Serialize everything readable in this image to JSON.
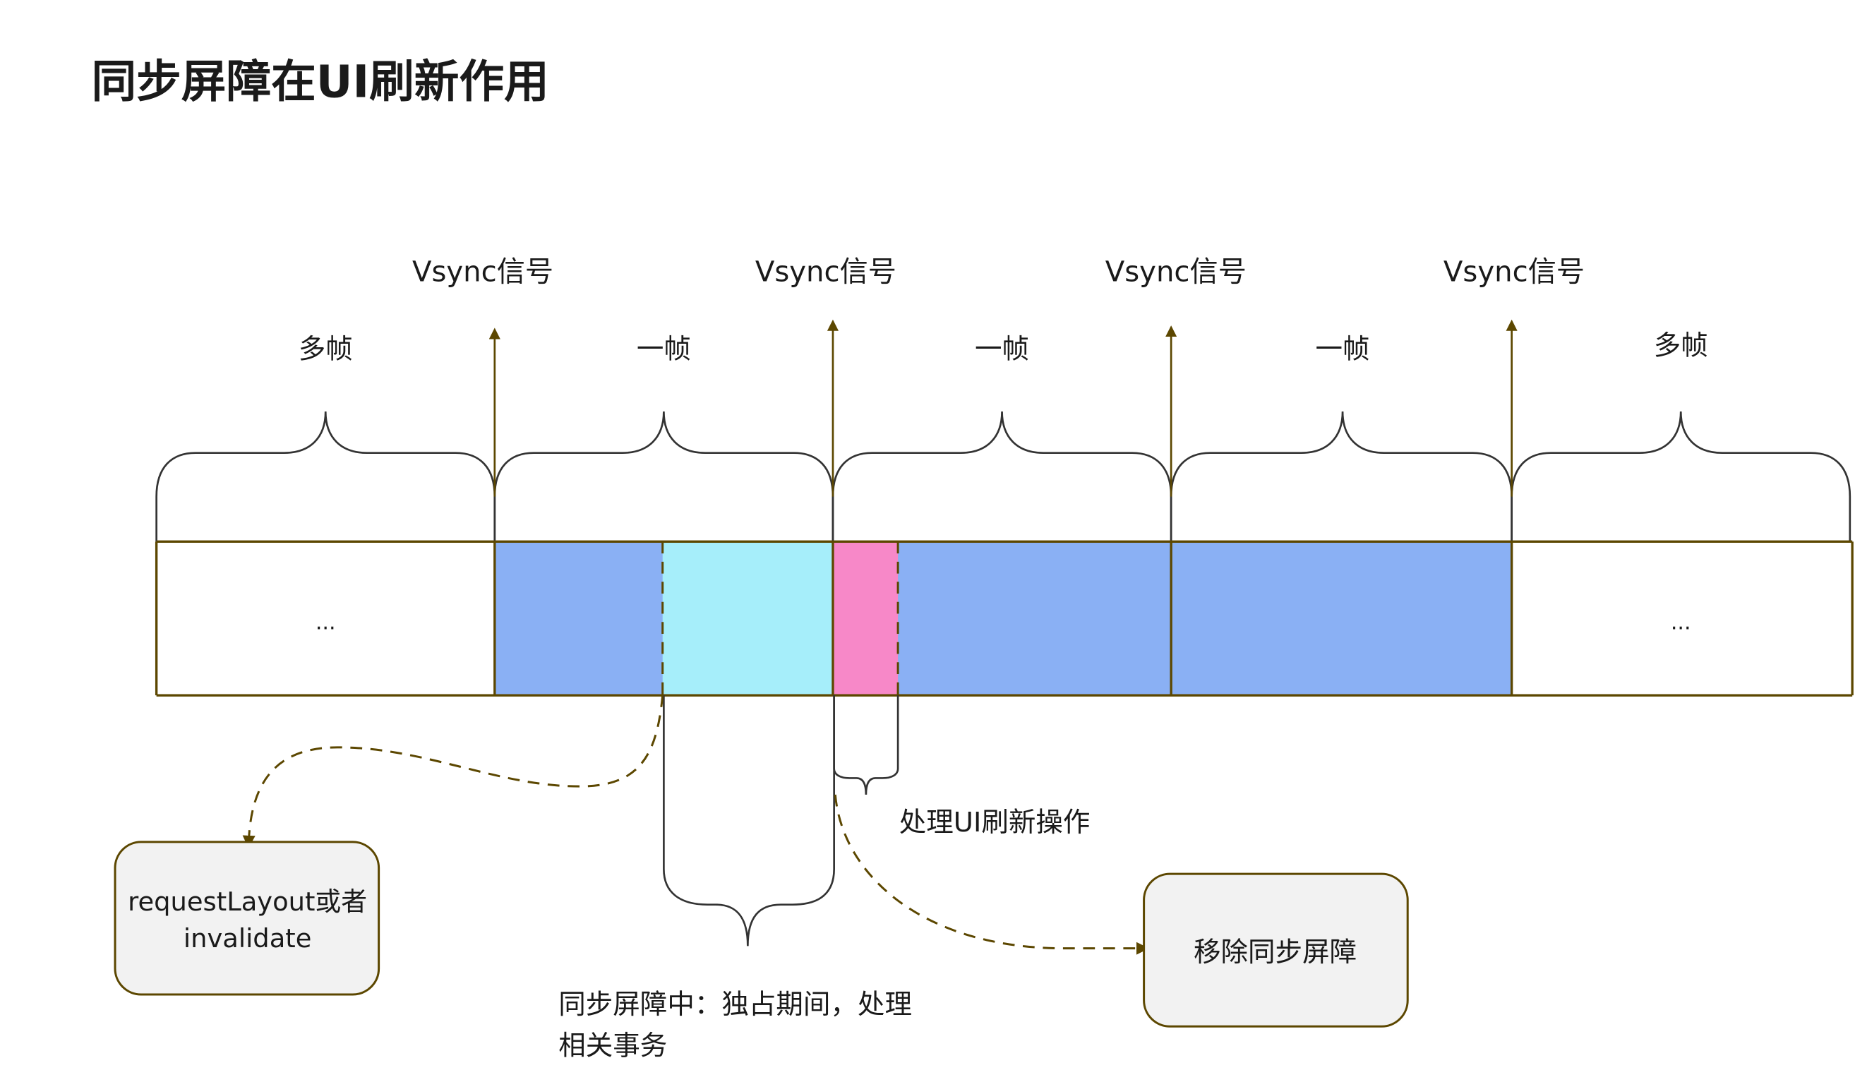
{
  "title": "同步屏障在UI刷新作用",
  "vsync_labels": [
    "Vsync信号",
    "Vsync信号",
    "Vsync信号",
    "Vsync信号"
  ],
  "segments": [
    {
      "label": "多帧",
      "content": "...",
      "fill": "#ffffff"
    },
    {
      "label": "一帧",
      "content": "",
      "fill": "#8ab0f4"
    },
    {
      "label": "一帧",
      "content": "",
      "fill": "#8ab0f4"
    },
    {
      "label": "一帧",
      "content": "",
      "fill": "#8ab0f4"
    },
    {
      "label": "多帧",
      "content": "...",
      "fill": "#ffffff"
    }
  ],
  "highlights": {
    "sync_barrier": {
      "fill": "#a6eefa",
      "label_line1": "同步屏障中：独占期间，处理",
      "label_line2": "相关事务"
    },
    "ui_refresh": {
      "fill": "#f788c8",
      "label": "处理UI刷新操作"
    }
  },
  "boxes": {
    "request": {
      "line1": "requestLayout或者",
      "line2": "invalidate"
    },
    "remove": {
      "label": "移除同步屏障"
    }
  },
  "colors": {
    "frame_blue": "#8ab0f4",
    "barrier_cyan": "#a6eefa",
    "refresh_pink": "#f788c8",
    "line_brown": "#5c4700",
    "box_fill": "#f2f2f2"
  }
}
